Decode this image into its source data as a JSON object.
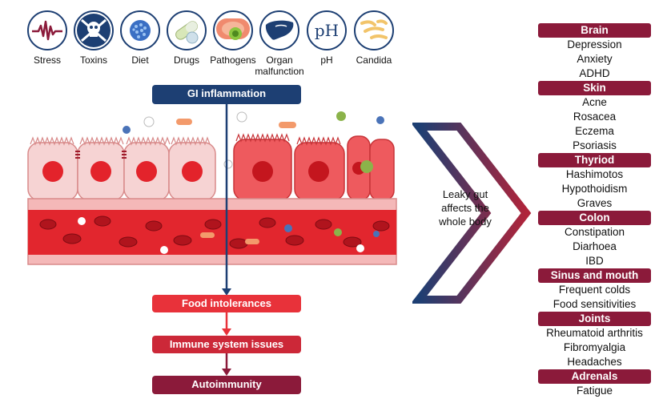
{
  "colors": {
    "navy": "#1d3f73",
    "red": "#e8323a",
    "maroon": "#8b1a3a",
    "cell_pale": "#f6d3d3",
    "cell_red": "#ee5a5e"
  },
  "causes": [
    {
      "label": "Stress",
      "icon": "stress-wave-icon"
    },
    {
      "label": "Toxins",
      "icon": "skull-crossbones-icon"
    },
    {
      "label": "Diet",
      "icon": "diet-cell-icon"
    },
    {
      "label": "Drugs",
      "icon": "pills-icon"
    },
    {
      "label": "Pathogens",
      "icon": "pathogen-icon"
    },
    {
      "label": "Organ malfunction",
      "icon": "liver-icon"
    },
    {
      "label": "pH",
      "icon": "ph-icon"
    },
    {
      "label": "Candida",
      "icon": "candida-icon"
    }
  ],
  "flow": {
    "gi_inflammation": "GI inflammation",
    "food_intolerances": "Food intolerances",
    "immune_system_issues": "Immune system issues",
    "autoimmunity": "Autoimmunity"
  },
  "arrow_text": "Leaky gut affects the whole body",
  "conditions": [
    {
      "category": "Brain",
      "items": [
        "Depression",
        "Anxiety",
        "ADHD"
      ]
    },
    {
      "category": "Skin",
      "items": [
        "Acne",
        "Rosacea",
        "Eczema",
        "Psoriasis"
      ]
    },
    {
      "category": "Thyriod",
      "items": [
        "Hashimotos",
        "Hypothoidism",
        "Graves"
      ]
    },
    {
      "category": "Colon",
      "items": [
        "Constipation",
        "Diarhoea",
        "IBD"
      ]
    },
    {
      "category": "Sinus and mouth",
      "items": [
        "Frequent colds",
        "Food sensitivities"
      ]
    },
    {
      "category": "Joints",
      "items": [
        "Rheumatoid arthritis",
        "Fibromyalgia",
        "Headaches"
      ]
    },
    {
      "category": "Adrenals",
      "items": [
        "Fatigue"
      ]
    }
  ]
}
